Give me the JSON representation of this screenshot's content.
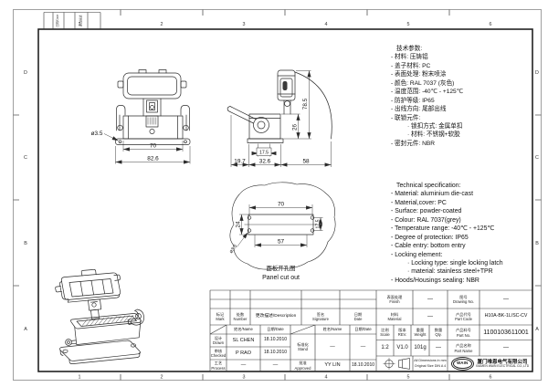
{
  "frame": {
    "zone_numbers": [
      "1",
      "2",
      "3",
      "4",
      "5",
      "6"
    ],
    "zone_letters": [
      "D",
      "C",
      "B",
      "A"
    ],
    "top_strip": [
      "日期/Date",
      "更改描述"
    ]
  },
  "views": {
    "front": {
      "dim_hole": "ø3.5",
      "dim_body": "70",
      "dim_flange": "82.6"
    },
    "side": {
      "dim_height": "78.5",
      "dim_body_height": "26",
      "dim_inner": "17.5",
      "dim_a": "19.7",
      "dim_b": "32.6",
      "dim_c": "58"
    },
    "panel": {
      "dim_top": "70",
      "dim_bottom": "57",
      "dim_left": "24",
      "dim_right": "17.5",
      "dim_hole": "ø3.5",
      "caption_cn": "面板开孔图",
      "caption_en": "Panel cut out"
    }
  },
  "notes_cn": {
    "title": "技术参数:",
    "items": [
      "- 材料: 压铸铝",
      "- 盖子材料: PC",
      "- 表面处理: 粉末喷涂",
      "- 颜色: RAL 7037 (灰色)",
      "- 温度范围: -40℃ - +125℃",
      "- 防护等级: IP65",
      "- 出线方向: 尾部出线",
      "- 联锁元件:",
      "· 锁扣方式: 金属单扣",
      "· 材料: 不锈钢+软胶",
      "- 密封元件: NBR"
    ]
  },
  "notes_en": {
    "title": "Technical specification:",
    "items": [
      "- Material: aluminium die-cast",
      "- Material,cover: PC",
      "- Surface: powder-coated",
      "- Colour: RAL 7037(grey)",
      "- Temperature range: -40℃ - +125℃",
      "- Degree of protection: IP65",
      "- Cable entry: bottom entry",
      "- Locking element:",
      "· Locking type: single locking latch",
      "· material: stainless steel+TPR",
      "- Hoods/Housings sealing: NBR"
    ]
  },
  "titleblock": {
    "headers": {
      "mark_cn": "标记",
      "mark_en": "Mark",
      "number_cn": "处数",
      "number_en": "Number",
      "description": "更改描述/Description",
      "signature_cn": "签名",
      "signature_en": "Signature",
      "date_cn": "日期",
      "date_en": "Date",
      "name": "姓名/Name",
      "date": "日期/Date"
    },
    "roles": {
      "drawn_cn": "设计",
      "drawn_en": "Drawn",
      "checked_cn": "审核",
      "checked_en": "Checked",
      "process_cn": "工艺",
      "process_en": "Process",
      "stand_cn": "标准化",
      "stand_en": "Stand",
      "approved_cn": "批准",
      "approved_en": "Approved"
    },
    "entries": {
      "drawn_name": "SL CHEN",
      "drawn_date": "18.10.2010",
      "checked_name": "P RAO",
      "checked_date": "18.10.2010",
      "process_name": "—",
      "process_date": "—",
      "stand_name": "—",
      "stand_date": "—",
      "approved_name": "YY LIN",
      "approved_date": "18.10.2010"
    },
    "fields": {
      "finish_cn": "表面处理",
      "finish_en": "Finish",
      "finish_value": "—",
      "drawing_no_cn": "图号",
      "drawing_no_en": "Drawing No.",
      "drawing_no_value": "—",
      "material_cn": "材料",
      "material_en": "Material",
      "material_value": "—",
      "part_code_cn": "产品代号",
      "part_code_en": "Part Code",
      "part_code_value": "H10A-BK-1L/SC-CV",
      "part_no_cn": "产品料号",
      "part_no_en": "Part No.",
      "part_no_value": "1100103611001",
      "part_name_cn": "产品名称",
      "part_name_en": "Part Name",
      "part_name_value": "—",
      "scale_cn": "比例",
      "scale_en": "Scale",
      "scale_value": "1:2",
      "rev_cn": "版本",
      "rev_en": "REV.",
      "rev_value": "V1.0",
      "weight_cn": "重量",
      "weight_en": "Weight",
      "weight_value": "101g",
      "qty_cn": "数量",
      "qty_en": "Qty.",
      "qty_value": "—"
    },
    "footer": {
      "dims_note_1": "All Dimensions in mm",
      "dims_note_2": "Original Size DIN A 4",
      "logo": "WAIN",
      "company_cn": "厦门唯恩电气有限公司",
      "company_en": "XIAMEN WAIN ELECTRICAL CO.,LTD"
    }
  }
}
